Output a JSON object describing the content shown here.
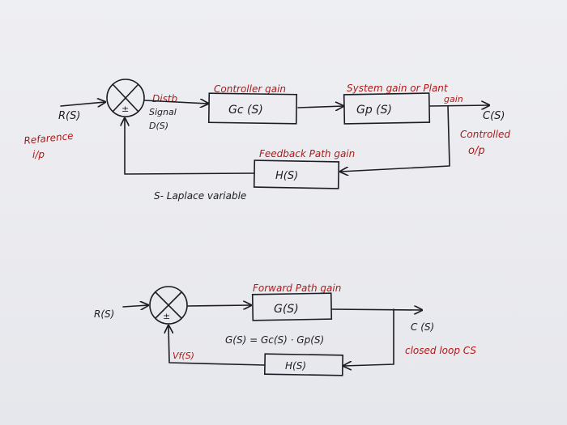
{
  "diagram1": {
    "input": "R(S)",
    "reference_note": [
      "Refarence",
      "i/p"
    ],
    "summer_sign": "±",
    "disturbance": [
      "Distb",
      "Signal",
      "D(S)"
    ],
    "controller_label": "Controller gain",
    "controller_block": "Gc (S)",
    "plant_label": [
      "System gain or Plant",
      "gain"
    ],
    "plant_block": "Gp (S)",
    "output": "C(S)",
    "output_note": [
      "Controlled",
      "o/p"
    ],
    "feedback_label": "Feedback Path gain",
    "feedback_block": "H(S)",
    "laplace_note": "S- Laplace variable"
  },
  "diagram2": {
    "input": "R(S)",
    "summer_sign": "±",
    "forward_label": "Forward Path gain",
    "forward_block": "G(S)",
    "equation": "G(S) = Gc(S) · Gp(S)",
    "output": "C (S)",
    "feedback_signal": "Vf(S)",
    "feedback_block": "H(S)",
    "note": "closed loop CS"
  }
}
